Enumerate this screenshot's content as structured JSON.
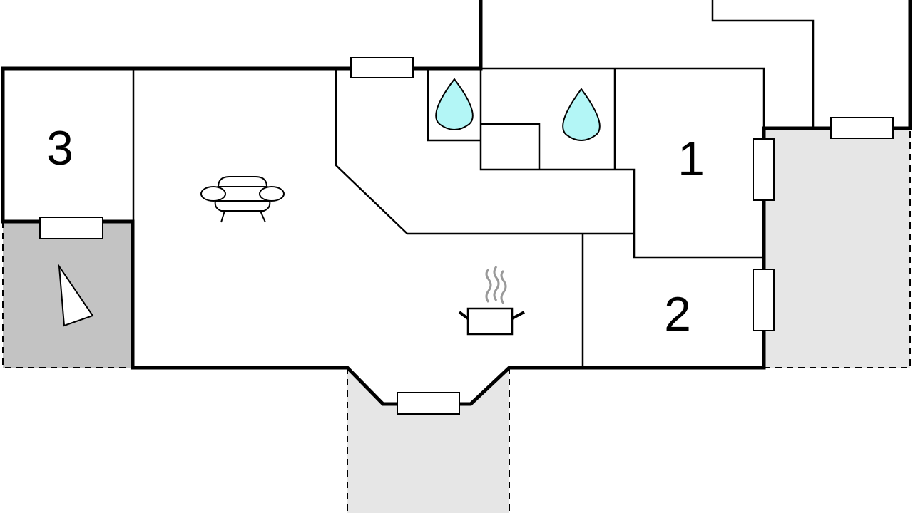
{
  "floorplan": {
    "rooms": [
      {
        "label": "1"
      },
      {
        "label": "2"
      },
      {
        "label": "3"
      }
    ],
    "icons": {
      "sofa": "sofa-icon",
      "kitchen": "cooking-pot-icon",
      "bathroom": "water-drop-icon",
      "compass": "north-arrow-icon"
    },
    "colors": {
      "wall": "#000000",
      "water_drop": "#b3f6f6",
      "terrace": "#e6e6e6",
      "dark_terrace": "#c3c3c3",
      "steam": "#999999"
    }
  }
}
